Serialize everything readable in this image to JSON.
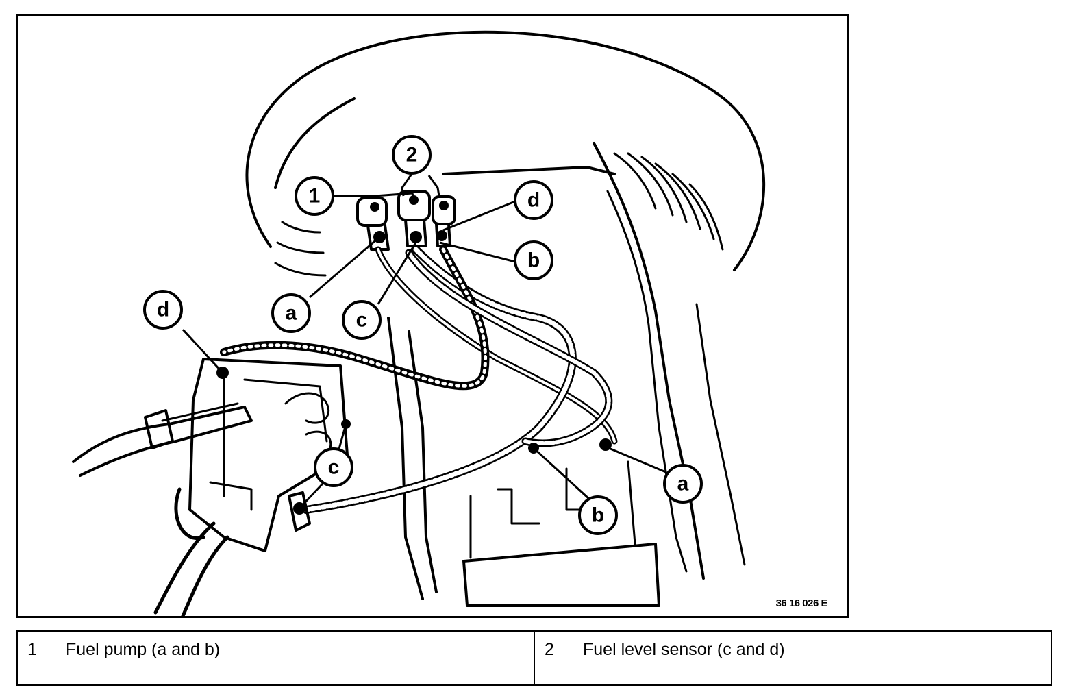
{
  "figure": {
    "id_text": "36 16 026 E",
    "callouts": [
      {
        "key": "c1",
        "label": "1"
      },
      {
        "key": "c2",
        "label": "2"
      },
      {
        "key": "cd_top",
        "label": "d"
      },
      {
        "key": "cb_top",
        "label": "b"
      },
      {
        "key": "ca_top",
        "label": "a"
      },
      {
        "key": "cc_top",
        "label": "c"
      },
      {
        "key": "cd_left",
        "label": "d"
      },
      {
        "key": "cc_bottom",
        "label": "c"
      },
      {
        "key": "ca_right",
        "label": "a"
      },
      {
        "key": "cb_bottom",
        "label": "b"
      }
    ]
  },
  "legend": [
    {
      "number": "1",
      "text": "Fuel pump (a and b)"
    },
    {
      "number": "2",
      "text": "Fuel level sensor (c and d)"
    }
  ]
}
